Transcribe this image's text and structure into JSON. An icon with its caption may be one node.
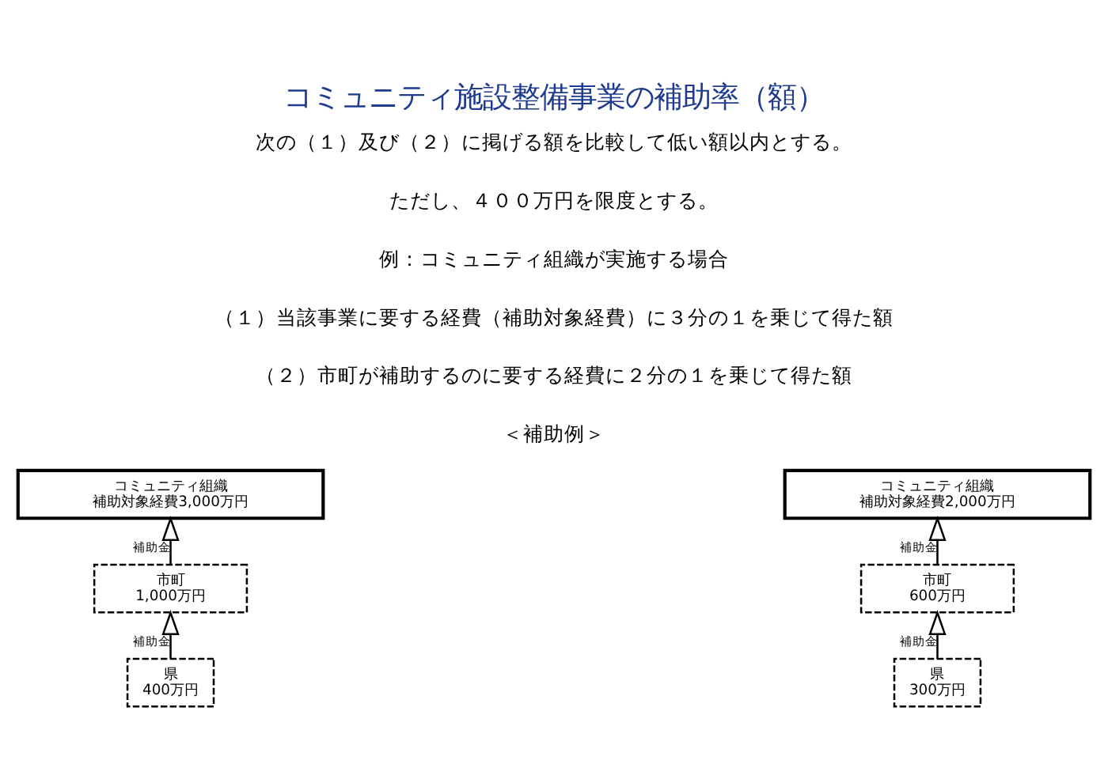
{
  "diagram": {
    "title": "コミュニティ施設整備事業の補助率（額）",
    "nodes": [
      {
        "text": [
          "コミュニティ組織",
          "補助対象経費3,000万円"
        ]
      },
      {
        "text": [
          "市町",
          "1,000万円"
        ]
      },
      {
        "text": [
          "県",
          "400万円"
        ]
      },
      {
        "text": [
          "コミュニティ組織",
          "補助対象経費2,000万円"
        ]
      },
      {
        "text": [
          "市町",
          "600万円"
        ]
      },
      {
        "text": [
          "県",
          "300万円"
        ]
      }
    ],
    "edges": [
      {
        "from": 1,
        "to": 0,
        "arrow": "to",
        "label": "補助金"
      },
      {
        "from": 2,
        "to": 1,
        "arrow": "to",
        "label": "補助金"
      },
      {
        "from": 4,
        "to": 3,
        "arrow": "to",
        "label": "補助金"
      },
      {
        "from": 5,
        "to": 4,
        "arrow": "to",
        "label": "補助金"
      }
    ],
    "labels": [
      "次の（１）及び（２）に掲げる額を比較して低い額以内とする。",
      "ただし、４００万円を限度とする。",
      "例：コミュニティ組織が実施する場合",
      "（１）当該事業に要する経費（補助対象経費）に３分の１を乗じて得た額",
      "（２）市町が補助するのに要する経費に２分の１を乗じて得た額",
      "＜補助例＞"
    ]
  }
}
